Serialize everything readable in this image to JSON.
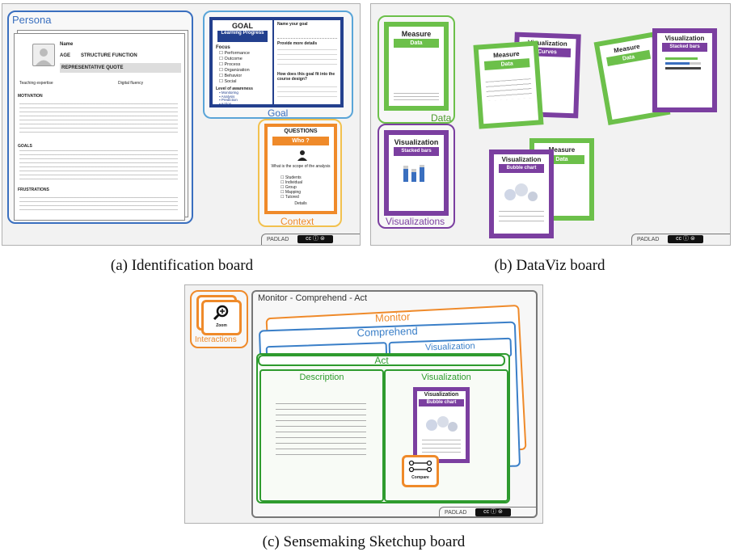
{
  "captions": {
    "a": "(a) Identification board",
    "b": "(b) DataViz board",
    "c": "(c) Sensemaking Sketchup board"
  },
  "common": {
    "padlad": "PADLAD",
    "cc": "cc ⓘ ⊜"
  },
  "board_a": {
    "persona_label": "Persona",
    "goal_label": "Goal",
    "context_label": "Context",
    "persona_sheet": {
      "name_label": "Name",
      "age_label": "AGE",
      "structure_label": "STRUCTURE FUNCTION",
      "quote_label": "REPRESENTATIVE QUOTE",
      "teaching": "Teaching expertise",
      "digital": "Digital fluency",
      "motivation": "MOTIVATION",
      "goals": "GOALS",
      "frustrations": "FRUSTRATIONS"
    },
    "goal_card": {
      "title": "GOAL",
      "ribbon": "Learning Progress",
      "focus_label": "Focus",
      "focus_items": [
        "Performance",
        "Outcome",
        "Process",
        "Organization",
        "Behavior",
        "Social"
      ],
      "level_label": "Level of awareness",
      "level_items": [
        "Monitoring",
        "Analysis",
        "Prediction",
        "Action"
      ],
      "q1": "Name your goal",
      "q2": "Provide more details",
      "q3": "How does this goal fit into the course design?"
    },
    "questions_card": {
      "title": "QUESTIONS",
      "ribbon": "Who ?",
      "question": "What is the scope of the analysis",
      "options": [
        "Students",
        "Individual",
        "Group",
        "Mapping",
        "Tutored"
      ],
      "details": "Details"
    }
  },
  "board_b": {
    "data_label": "Data",
    "viz_label": "Visualizations",
    "measure": "Measure",
    "data": "Data",
    "visualization": "Visualization",
    "stacked_bars": "Stacked bars",
    "curves": "Curves",
    "bubble_chart": "Bubble chart"
  },
  "board_c": {
    "interactions_label": "Interactions",
    "zoom": "Zoom",
    "compare": "Compare",
    "main_title": "Monitor - Comprehend - Act",
    "monitor": "Monitor",
    "comprehend": "Comprehend",
    "description": "Description",
    "visualization": "Visualization",
    "act": "Act",
    "viz_card_title": "Visualization",
    "viz_card_ribbon": "Bubble chart"
  },
  "colors": {
    "blue": "#3a6fbf",
    "lightblue": "#5aa5d8",
    "orange": "#ef8a2a",
    "yellow": "#f2c14e",
    "green": "#6cc04a",
    "darkgreen": "#2e9b2e",
    "purple": "#7b3fa0",
    "navy": "#23408e"
  }
}
